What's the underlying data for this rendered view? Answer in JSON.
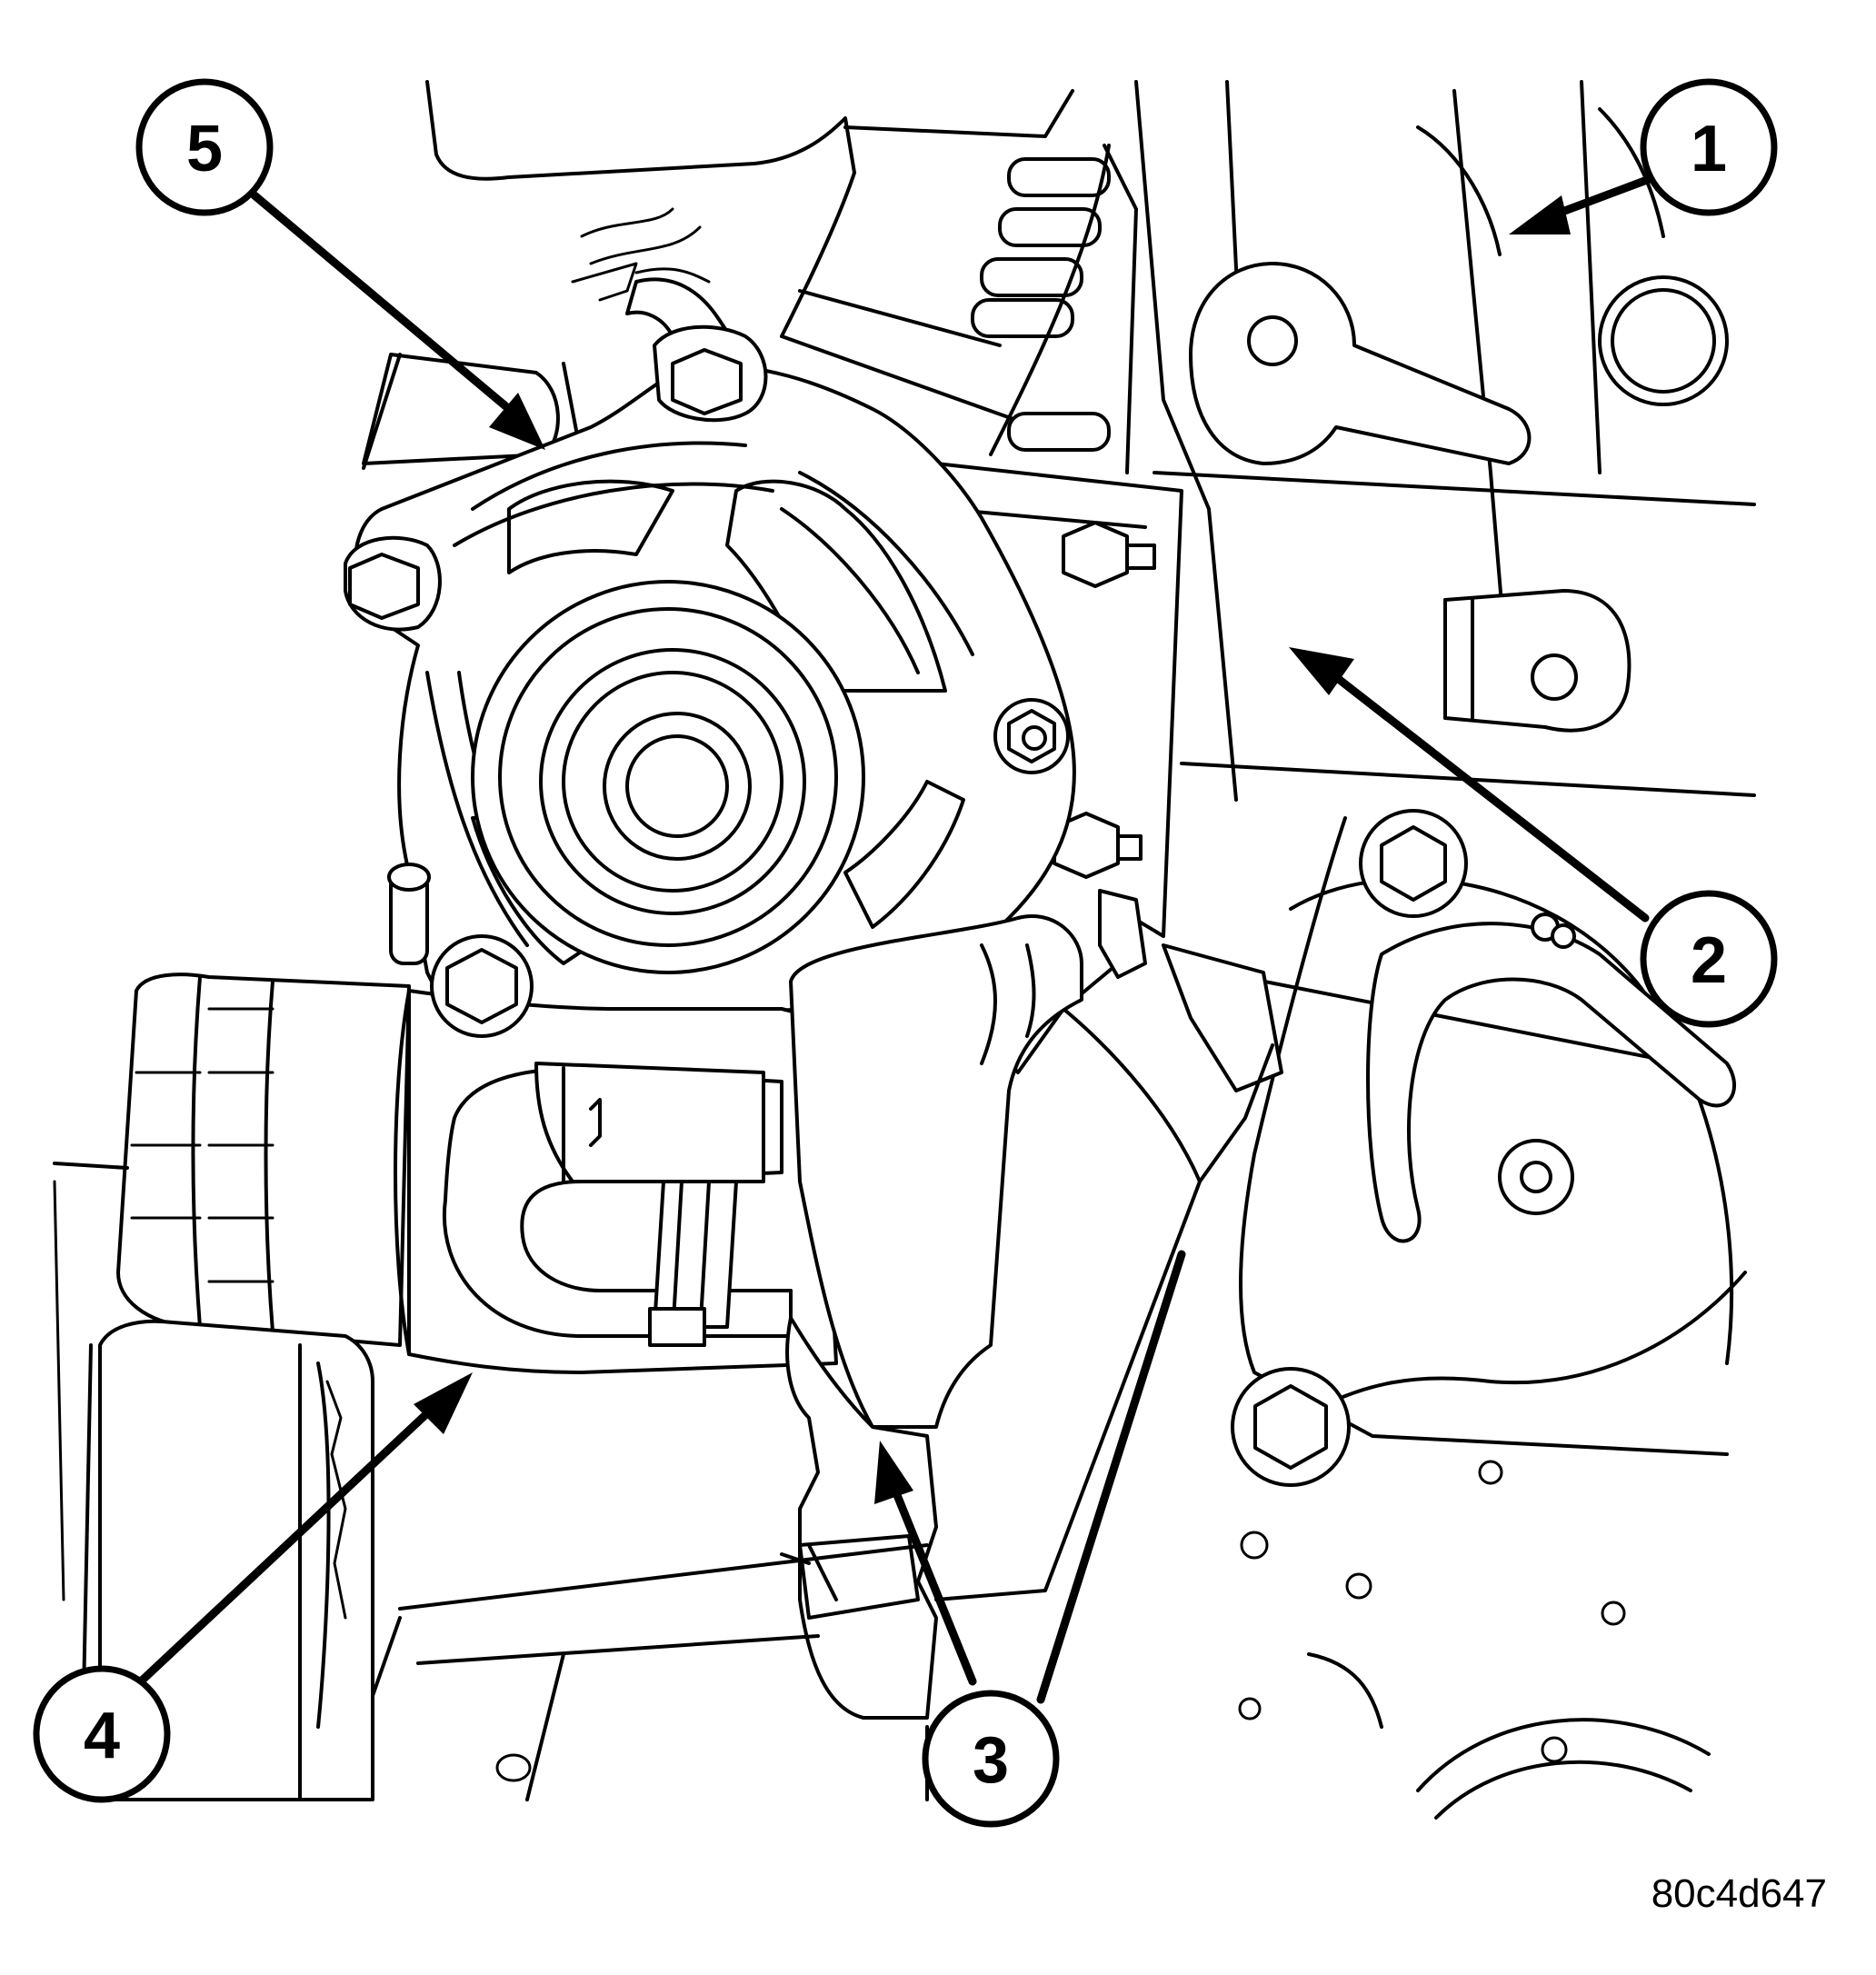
{
  "callouts": [
    {
      "id": "1",
      "label": "1"
    },
    {
      "id": "2",
      "label": "2"
    },
    {
      "id": "3",
      "label": "3"
    },
    {
      "id": "4",
      "label": "4"
    },
    {
      "id": "5",
      "label": "5"
    }
  ],
  "figure_id": "80c4d647"
}
